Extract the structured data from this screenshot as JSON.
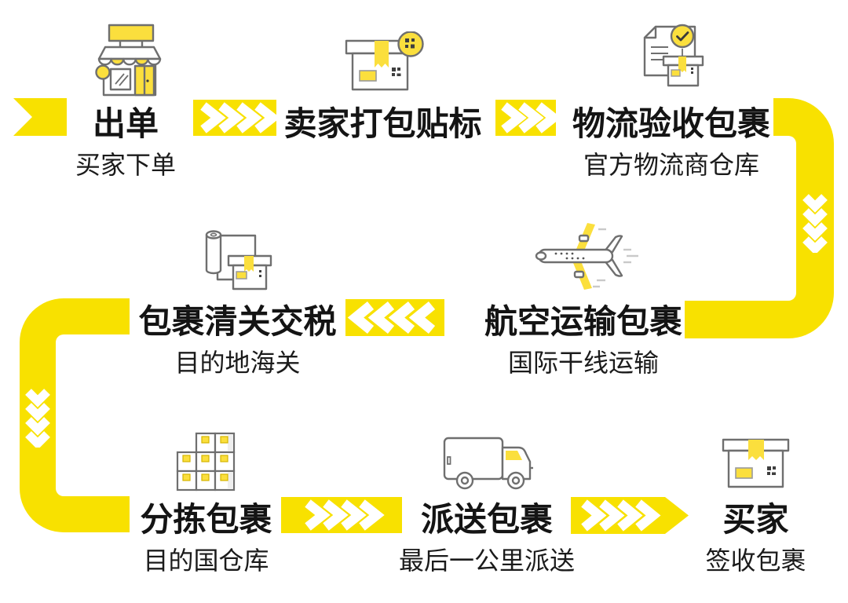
{
  "diagram_title": "",
  "colors": {
    "accent_yellow": "#F8E100",
    "icon_yellow": "#FBDF3D",
    "outline_gray": "#6f6f6f",
    "text_black": "#141414",
    "background": "#ffffff"
  },
  "steps": [
    {
      "id": "order",
      "title": "出单",
      "subtitle": "买家下单",
      "icon": "storefront-icon"
    },
    {
      "id": "pack",
      "title": "卖家打包贴标",
      "subtitle": "",
      "icon": "package-label-icon"
    },
    {
      "id": "receive",
      "title": "物流验收包裹",
      "subtitle": "官方物流商仓库",
      "icon": "document-check-icon"
    },
    {
      "id": "air",
      "title": "航空运输包裹",
      "subtitle": "国际干线运输",
      "icon": "airplane-icon"
    },
    {
      "id": "customs",
      "title": "包裹清关交税",
      "subtitle": "目的地海关",
      "icon": "customs-roll-icon"
    },
    {
      "id": "sort",
      "title": "分拣包裹",
      "subtitle": "目的国仓库",
      "icon": "sorting-boxes-icon"
    },
    {
      "id": "deliver",
      "title": "派送包裹",
      "subtitle": "最后一公里派送",
      "icon": "delivery-truck-icon"
    },
    {
      "id": "buyer",
      "title": "买家",
      "subtitle": "签收包裹",
      "icon": "package-received-icon"
    }
  ],
  "flow": {
    "start_marker": "flag",
    "arrows": [
      {
        "from": "出单",
        "to": "卖家打包贴标",
        "direction": "right",
        "chevrons": 4
      },
      {
        "from": "卖家打包贴标",
        "to": "物流验收包裹",
        "direction": "right",
        "chevrons": 3
      },
      {
        "from": "物流验收包裹",
        "to": "航空运输包裹",
        "direction": "down",
        "chevrons": 4,
        "shape": "right-side-curve"
      },
      {
        "from": "航空运输包裹",
        "to": "包裹清关交税",
        "direction": "left",
        "chevrons": 4
      },
      {
        "from": "包裹清关交税",
        "to": "分拣包裹",
        "direction": "down",
        "chevrons": 4,
        "shape": "left-side-curve"
      },
      {
        "from": "分拣包裹",
        "to": "派送包裹",
        "direction": "right",
        "chevrons": 4
      },
      {
        "from": "派送包裹",
        "to": "买家",
        "direction": "right",
        "chevrons": 4,
        "pointed_tip": true
      }
    ]
  }
}
